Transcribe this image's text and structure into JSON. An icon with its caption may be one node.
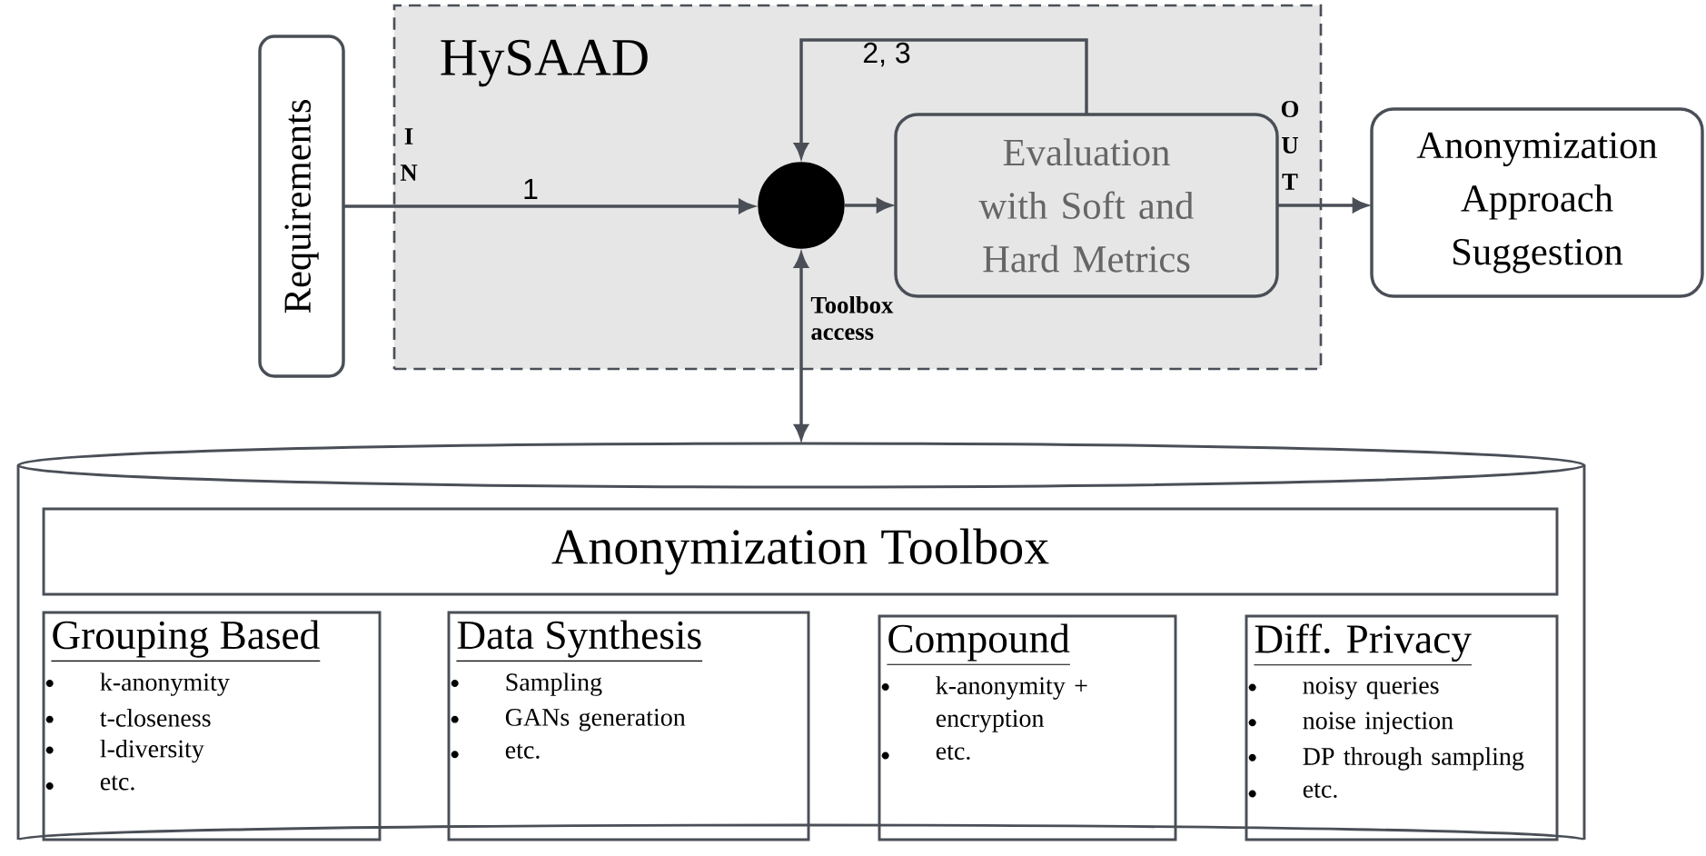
{
  "diagram": {
    "nodes": [
      {
        "text": [
          "HySAAD"
        ]
      },
      {
        "text": [
          "Requirements"
        ]
      },
      {
        "text": [],
        "shape": "circle",
        "in": 0
      },
      {
        "text": [
          "Evaluation with Soft and Hard Metrics"
        ],
        "in": 0
      },
      {
        "text": [
          "Anonymization Approach Suggestion"
        ]
      },
      {
        "text": [],
        "shape": "cylinder"
      },
      {
        "text": [
          "Anonymization Toolbox"
        ],
        "in": 5
      },
      {
        "text": [
          "Grouping Based",
          "k-anonymity",
          "t-closeness",
          "l-diversity",
          "etc."
        ],
        "in": 5
      },
      {
        "text": [
          "Data Synthesis",
          "Sampling",
          "GANs generation",
          "etc."
        ],
        "in": 5
      },
      {
        "text": [
          "Compound",
          "k-anonymity + encryption",
          "etc."
        ],
        "in": 5
      },
      {
        "text": [
          "Diff. Privacy",
          "noisy queries",
          "noise injection",
          "DP through sampling",
          "etc."
        ],
        "in": 5
      }
    ],
    "edges": [
      {
        "from": 1,
        "to": 2,
        "arrow": "to",
        "label": "1"
      },
      {
        "from": 2,
        "to": 3,
        "arrow": "to"
      },
      {
        "from": 3,
        "to": 2,
        "arrow": "to",
        "label": "2, 3"
      },
      {
        "from": 3,
        "to": 4,
        "arrow": "to"
      },
      {
        "from": 2,
        "to": 5,
        "arrow": "both",
        "label": "Toolbox access"
      }
    ],
    "labels": [
      "I",
      "N",
      "O",
      "U",
      "T"
    ]
  }
}
